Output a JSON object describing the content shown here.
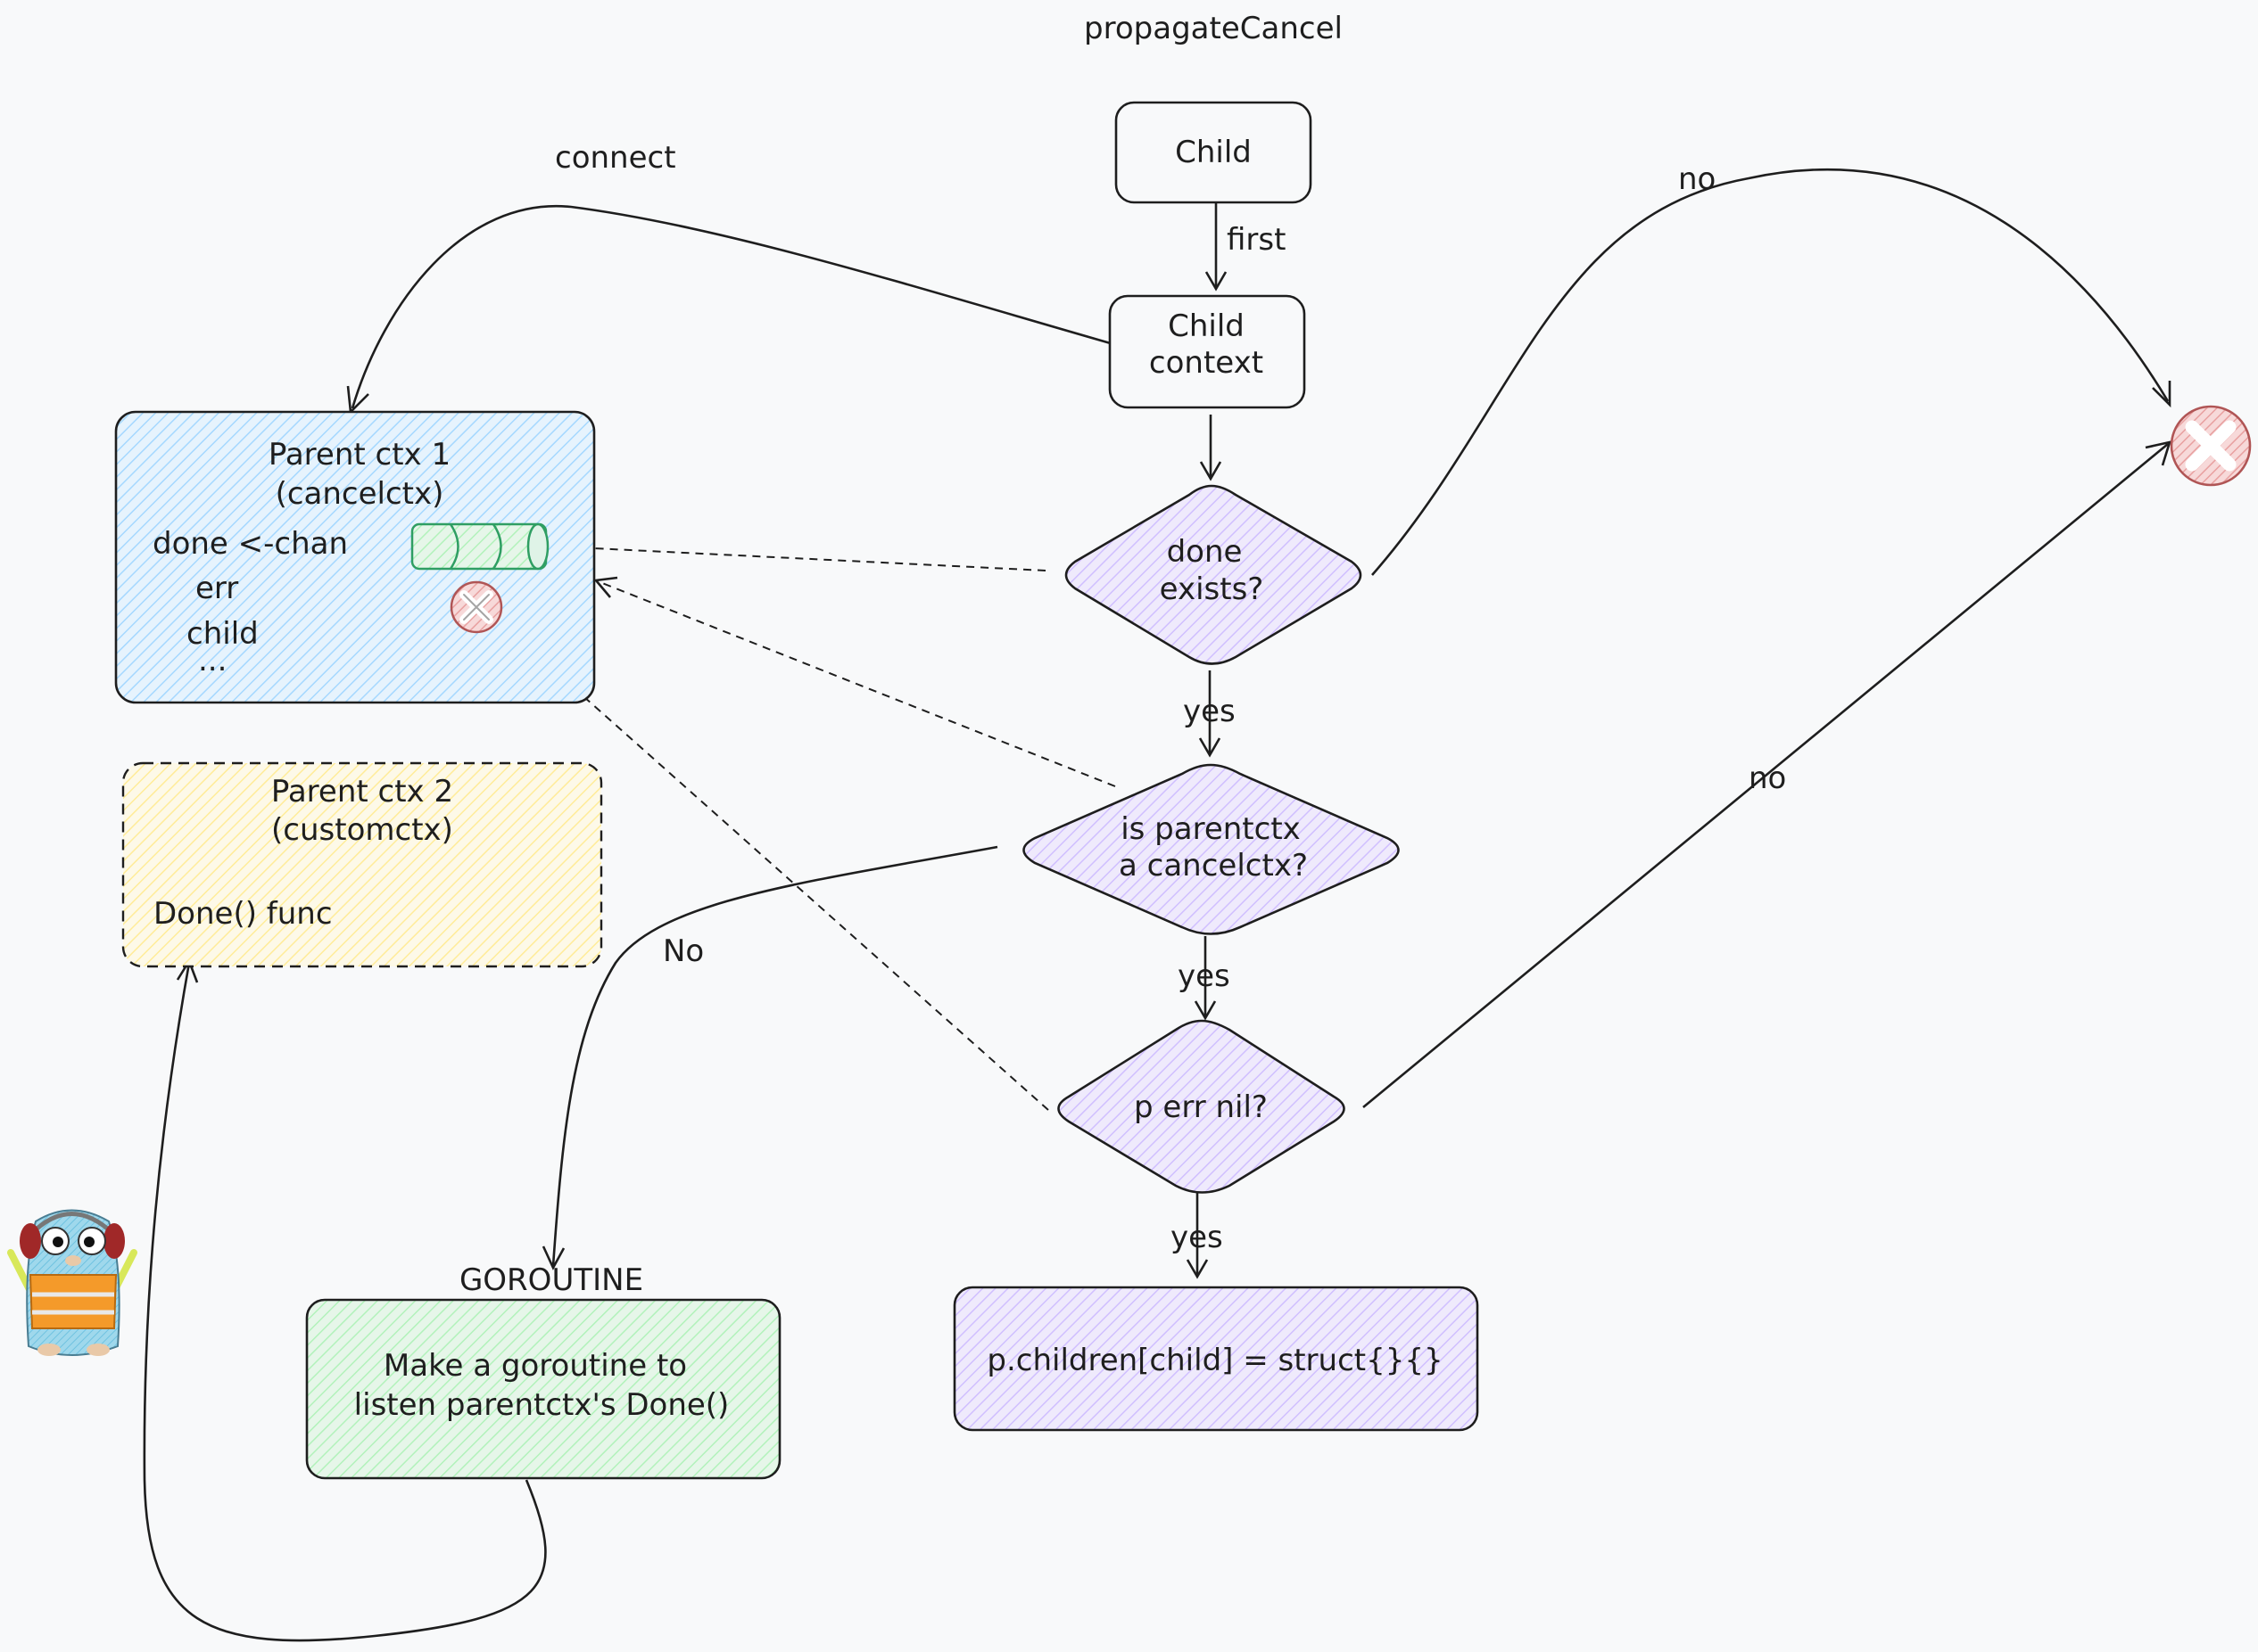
{
  "title": "propagateCancel",
  "nodes": {
    "child": "Child",
    "child_context": [
      "Child",
      "context"
    ],
    "done_exists": [
      "done",
      "exists?"
    ],
    "is_cancelctx": [
      "is parentctx",
      "a cancelctx?"
    ],
    "p_err_nil": "p err nil?",
    "assign_children": "p.children[child] = struct{}{}",
    "goroutine_title": "GOROUTINE",
    "goroutine_box": [
      "Make a goroutine to",
      "listen parentctx's Done()"
    ],
    "parent1": {
      "title": [
        "Parent ctx 1",
        "(cancelctx)"
      ],
      "fields": [
        "done <-chan",
        "err",
        "child",
        "..."
      ]
    },
    "parent2": {
      "title": [
        "Parent ctx 2",
        "(customctx)"
      ],
      "fields": [
        "Done() func"
      ]
    }
  },
  "edge_labels": {
    "first": "first",
    "connect": "connect",
    "no_top": "no",
    "yes1": "yes",
    "yes2": "yes",
    "yes3": "yes",
    "no_mid": "no",
    "no_left": "No"
  },
  "colors": {
    "stroke": "#1e1e1e",
    "background": "#f8f9fa",
    "parent1_fill": "#a5d8ff",
    "parent2_fill": "#ffec99",
    "diamond_fill": "#d0bfff",
    "goroutine_fill": "#b2f2bb",
    "queue_fill": "#63c98a",
    "cancel_fill": "#f5a8a8"
  },
  "icons": [
    "cancel-x-icon",
    "channel-queue-icon",
    "gopher-mascot-icon"
  ]
}
